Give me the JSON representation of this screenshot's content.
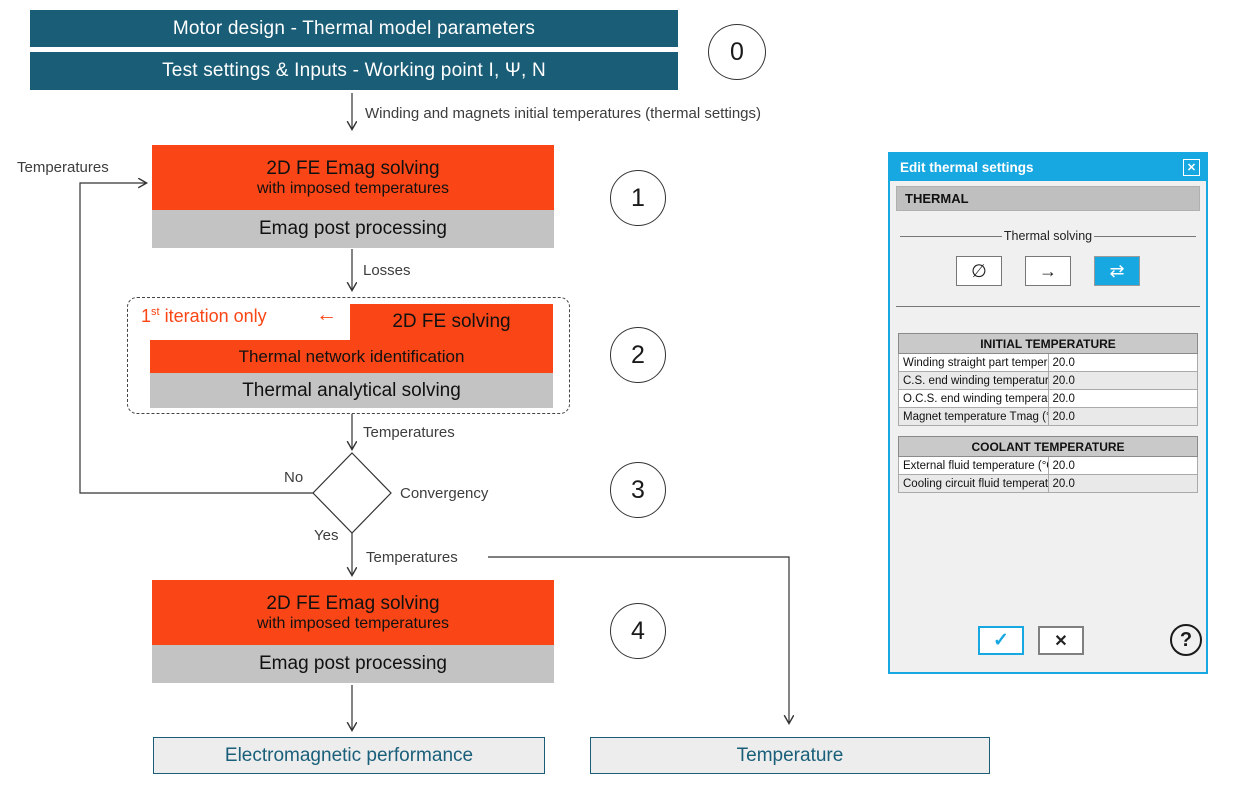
{
  "colors": {
    "accent_orange": "#fa4616",
    "teal": "#195d76",
    "cyan": "#18a8e1"
  },
  "diagram": {
    "inputs": {
      "box1": "Motor design - Thermal model parameters",
      "box2": "Test settings & Inputs - Working point I, Ψ, N",
      "badge": "0"
    },
    "arrow_labels": {
      "initial_temps": "Winding and magnets initial temperatures (thermal settings)",
      "loop_temperatures": "Temperatures",
      "losses": "Losses",
      "pre_convergence_temperatures": "Temperatures",
      "post_convergence_temperatures": "Temperatures"
    },
    "step1": {
      "badge": "1",
      "line1": "2D FE Emag solving",
      "line2": "with imposed temperatures",
      "post": "Emag post processing"
    },
    "step2": {
      "badge": "2",
      "note_num": "1",
      "note_sup": "st",
      "note_rest": " iteration only",
      "back_arrow": "←",
      "fe": "2D FE solving",
      "network": "Thermal network identification",
      "analytical": "Thermal analytical solving"
    },
    "decision": {
      "badge": "3",
      "no": "No",
      "yes": "Yes",
      "label": "Convergency"
    },
    "step4": {
      "badge": "4",
      "line1": "2D FE Emag solving",
      "line2": "with imposed temperatures",
      "post": "Emag post processing"
    },
    "outputs": {
      "emag": "Electromagnetic performance",
      "temperature": "Temperature"
    }
  },
  "dialog": {
    "title": "Edit thermal settings",
    "close_glyph": "✕",
    "section_header": "THERMAL",
    "group_label": "Thermal solving",
    "solving_buttons": [
      {
        "name": "no-thermal-solving",
        "glyph": "∅",
        "selected": false
      },
      {
        "name": "one-way-solving",
        "glyph": "→",
        "selected": false
      },
      {
        "name": "iterative-solving",
        "glyph": "⇄",
        "selected": true
      }
    ],
    "initial_table": {
      "header": "INITIAL TEMPERATURE",
      "rows": [
        {
          "label": "Winding straight part temperature (°C)",
          "value": "20.0"
        },
        {
          "label": "C.S. end winding temperature (°C)",
          "value": "20.0"
        },
        {
          "label": "O.C.S. end winding temperature (°C)",
          "value": "20.0"
        },
        {
          "label": "Magnet temperature Tmag (°C)",
          "value": "20.0"
        }
      ]
    },
    "coolant_table": {
      "header": "COOLANT TEMPERATURE",
      "rows": [
        {
          "label": "External fluid temperature (°C)",
          "value": "20.0"
        },
        {
          "label": "Cooling circuit fluid temperature (°C)",
          "value": "20.0"
        }
      ]
    },
    "ok_glyph": "✓",
    "cancel_glyph": "✕",
    "help_glyph": "?"
  }
}
